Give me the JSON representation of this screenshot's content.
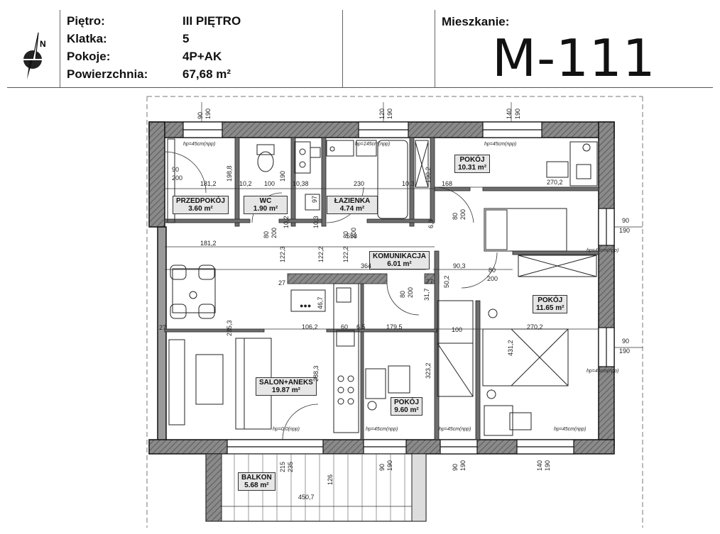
{
  "header": {
    "rows": [
      {
        "label": "Piętro:",
        "value": "III PIĘTRO"
      },
      {
        "label": "Klatka:",
        "value": "5"
      },
      {
        "label": "Pokoje:",
        "value": "4P+AK"
      },
      {
        "label": "Powierzchnia:",
        "value": "67,68 m²"
      }
    ],
    "apartment_label": "Mieszkanie:",
    "apartment_code": "M-111",
    "compass_letter": "N"
  },
  "rooms": {
    "przedpokoj": {
      "name": "PRZEDPOKÓJ",
      "area": "3.60 m²"
    },
    "wc": {
      "name": "WC",
      "area": "1.90 m²"
    },
    "lazienka": {
      "name": "ŁAZIENKA",
      "area": "4.74 m²"
    },
    "pokoj_top": {
      "name": "POKÓJ",
      "area": "10.31 m²"
    },
    "komunikacja": {
      "name": "KOMUNIKACJA",
      "area": "6.01 m²"
    },
    "pokoj_right": {
      "name": "POKÓJ",
      "area": "11.65 m²"
    },
    "salon": {
      "name": "SALON+ANEKS",
      "area": "19.87 m²"
    },
    "pokoj_bottom": {
      "name": "POKÓJ",
      "area": "9.60 m²"
    },
    "balkon": {
      "name": "BALKON",
      "area": "5.68 m²"
    }
  },
  "dims": {
    "d90a": "90",
    "d190a": "190",
    "d120": "120",
    "d190b": "190",
    "d140a": "140",
    "d190c": "190",
    "hp_tl": "hp=45cm(npp)",
    "hp_tm": "hp=145cm(npp)",
    "hp_tr": "hp=45cm(npp)",
    "d90_200_a": "90",
    "d200_a": "200",
    "d181_2a": "181,2",
    "d198_8": "198,8",
    "d10_2a": "10,2",
    "d100a": "100",
    "d190d": "190",
    "d10_38": "10,38",
    "d97": "97",
    "d230": "230",
    "d10_3": "10,3",
    "d190_2": "190,2",
    "d168": "168",
    "d270_2a": "270,2",
    "d80a": "80",
    "d200b": "200",
    "d80b": "80",
    "d200c": "200",
    "d10_2b": "10,2",
    "d10_3b": "10,3",
    "d80c": "80",
    "d200d": "200",
    "d6_3": "6,3",
    "d80d": "80",
    "d558": "558",
    "d181_2b": "181,2",
    "d122_3": "122,3",
    "d122_2a": "122,2",
    "d122_2b": "122,2",
    "d364": "364",
    "d90_3": "90,3",
    "d80e": "80",
    "d200e": "200",
    "d90r1": "90",
    "d190r1": "190",
    "hp_r1": "hp=45cm(npp)",
    "d27a": "27",
    "d46_7": "46,7",
    "d80f": "80",
    "d200f": "200",
    "d31_7": "31,7",
    "d50_2": "50,2",
    "d27b": "27",
    "d27c": "27",
    "d285_3": "285,3",
    "d106_2": "106,2",
    "d60": "60",
    "d6_5": "6,5",
    "d179_5": "179,5",
    "d100b": "100",
    "d270_2b": "270,2",
    "d431_2": "431,2",
    "d90r2": "90",
    "d190r2": "190",
    "hp_r2": "hp=45cm(npp)",
    "d288_3": "288,3",
    "d323_2": "323,2",
    "hp_b1": "hp=0.0(npp)",
    "hp_b2": "hp=45cm(npp)",
    "hp_b3": "hp=45cm(npp)",
    "hp_b4": "hp=45cm(npp)",
    "d215": "215",
    "d235": "235",
    "d126": "126",
    "d450_7": "450,7",
    "d90b1": "90",
    "d190b1": "190",
    "d90b2": "90",
    "d190b2": "190",
    "d140b": "140",
    "d190b3": "190"
  },
  "appliance_marks": "●●●"
}
